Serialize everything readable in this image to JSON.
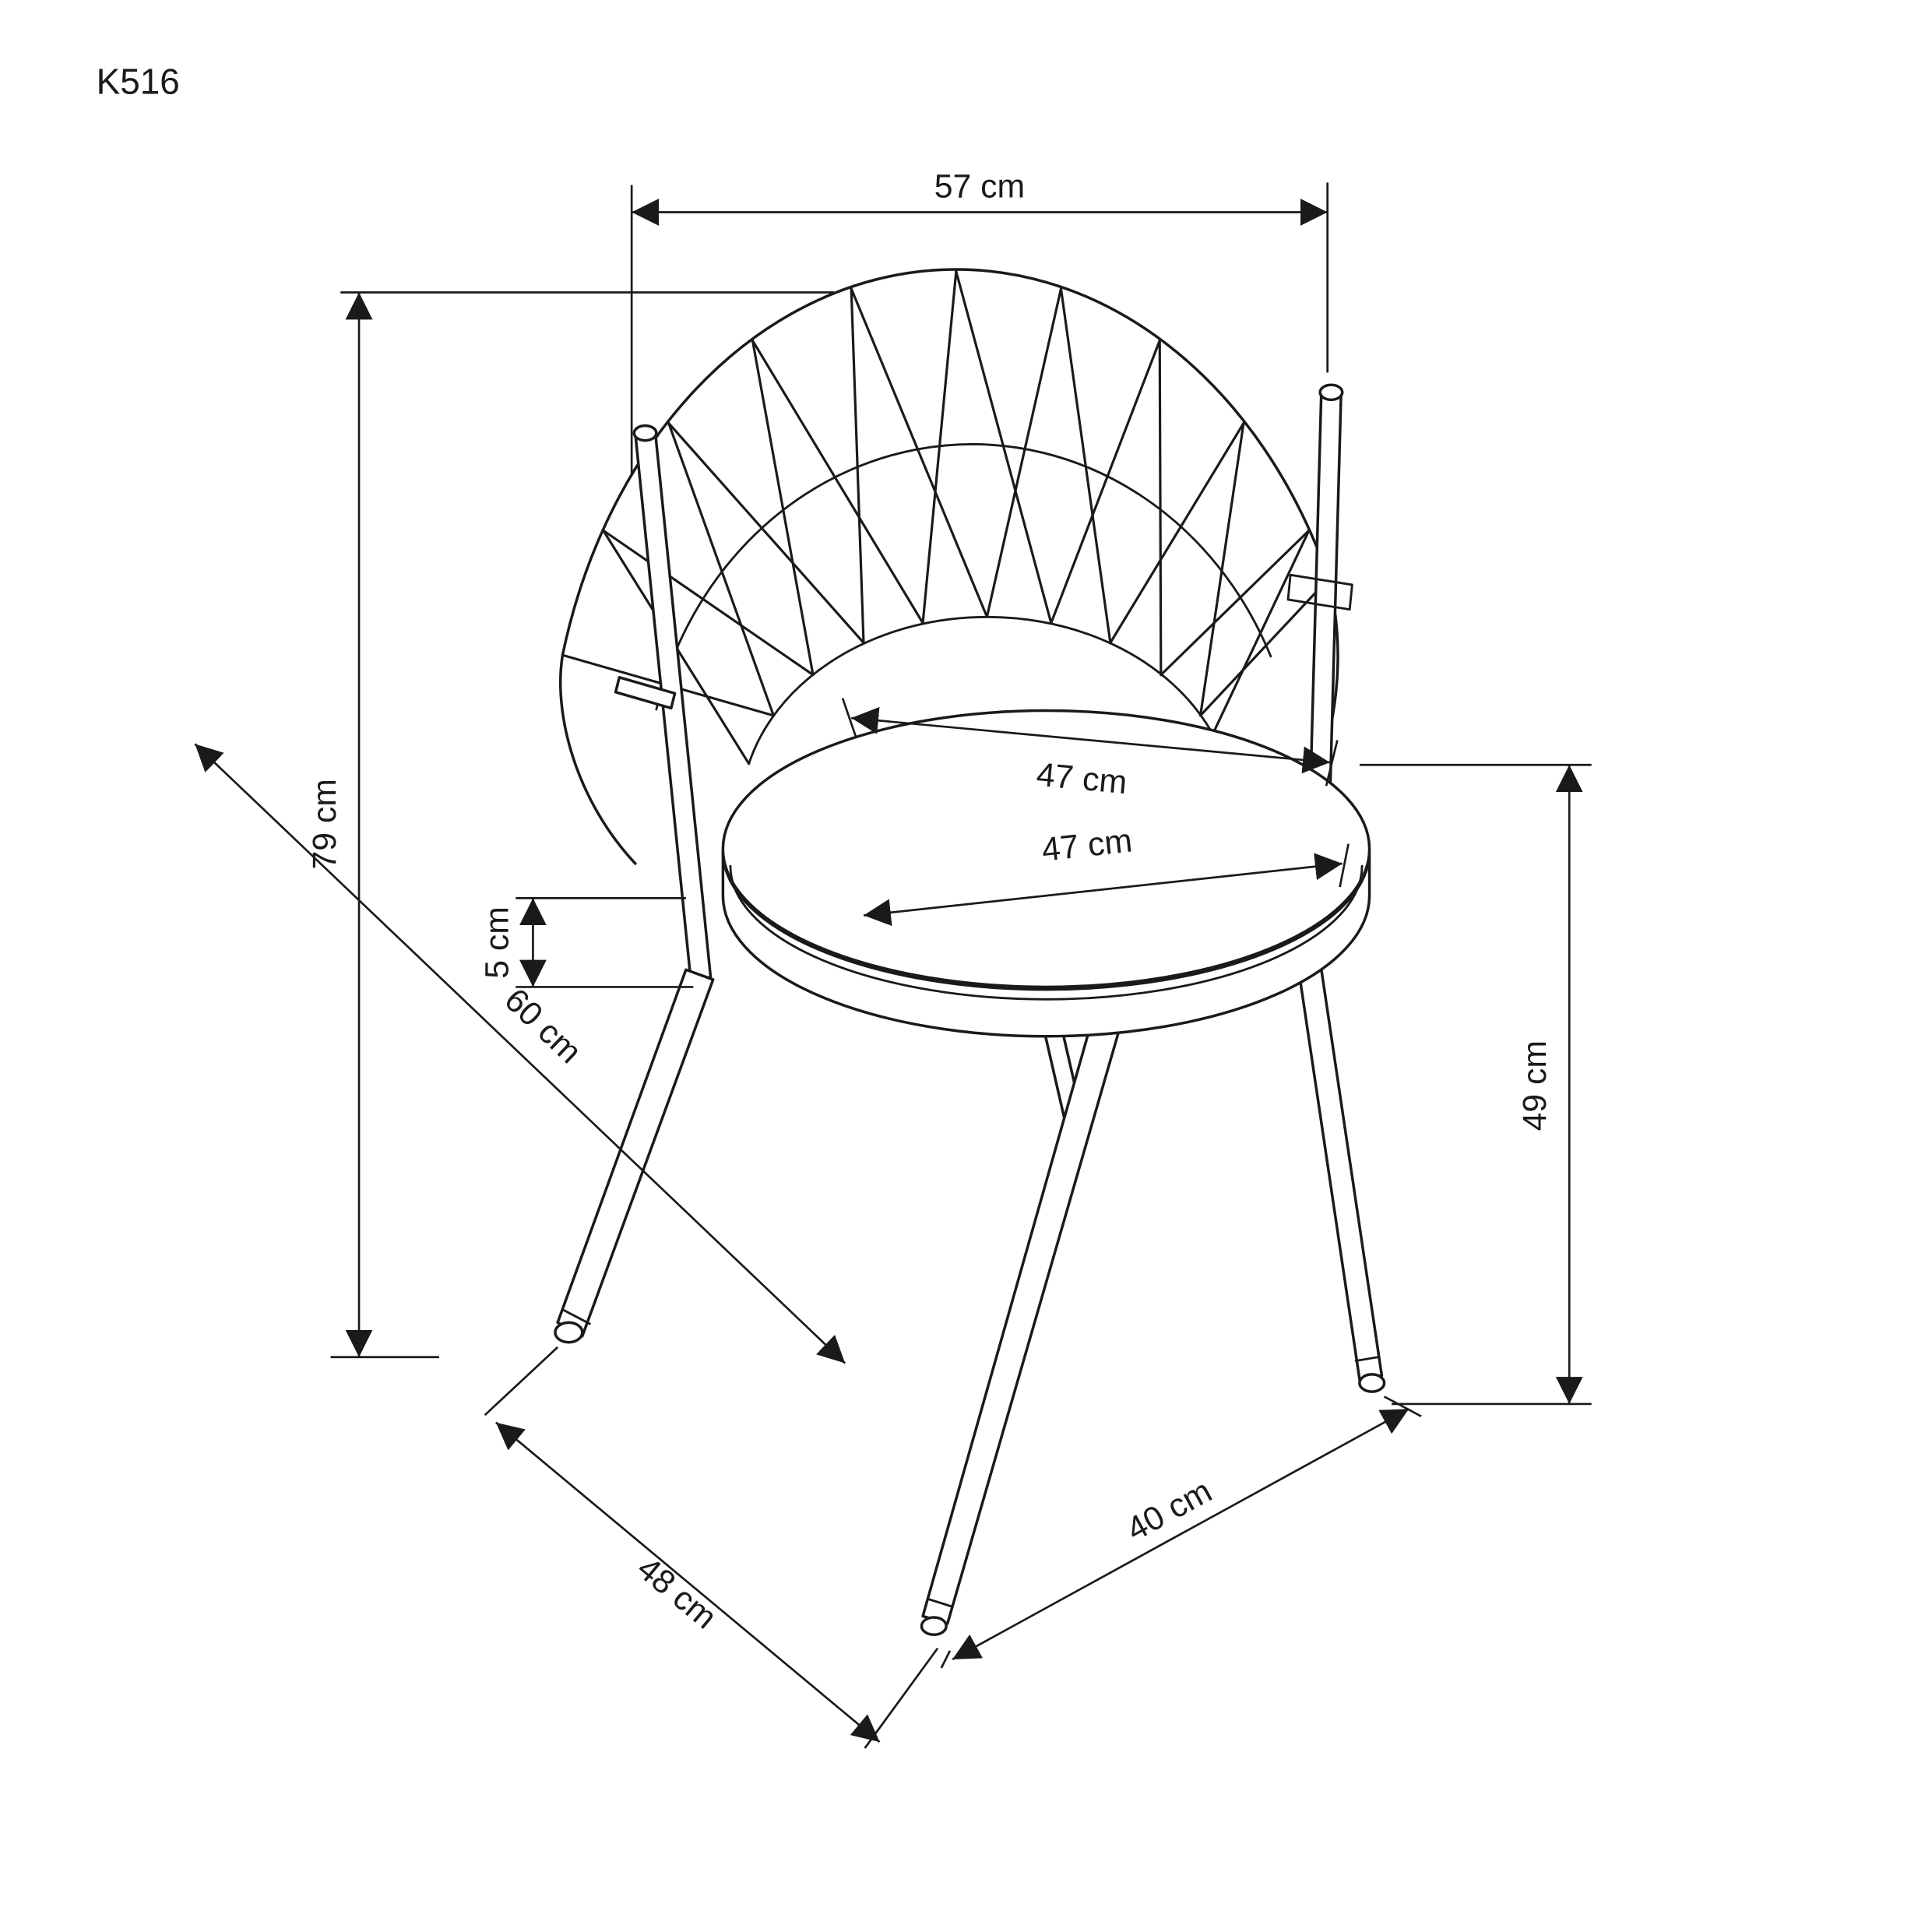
{
  "colors": {
    "ink": "#1a1a1a",
    "background": "#ffffff"
  },
  "model_label": "K516",
  "dims": {
    "back_width": "57 cm",
    "overall_height": "79 cm",
    "overall_depth": "60 cm",
    "cushion_thickness": "5 cm",
    "seat_width": "47 cm",
    "seat_depth": "47 cm",
    "seat_height": "49 cm",
    "front_leg_spacing": "48 cm",
    "side_leg_spacing": "40 cm"
  }
}
